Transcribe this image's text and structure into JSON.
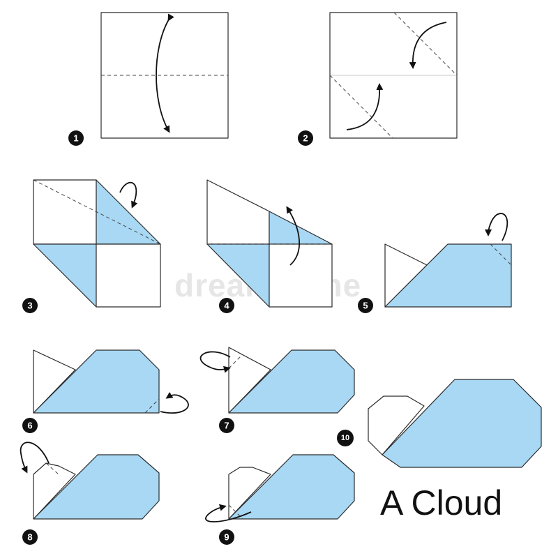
{
  "title": "A Cloud",
  "watermark": "dreamstime",
  "steps": [
    "1",
    "2",
    "3",
    "4",
    "5",
    "6",
    "7",
    "8",
    "9",
    "10"
  ],
  "colors": {
    "paper_blue": "#a8d8f4",
    "outline": "#2b2b2b",
    "badge": "#111111"
  }
}
